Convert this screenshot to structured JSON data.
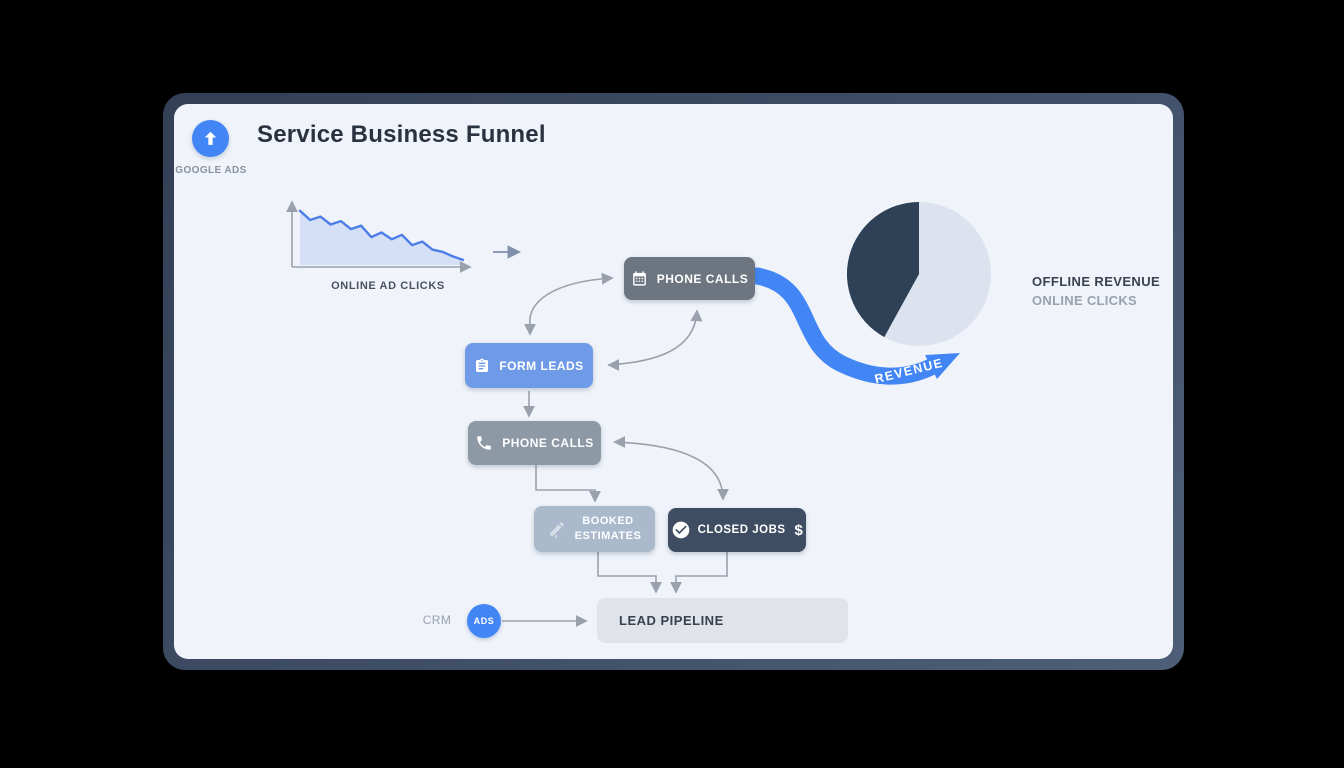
{
  "page": {
    "title": "Service Business Funnel"
  },
  "header": {
    "source_badge_label": "GOOGLE ADS"
  },
  "chart_data": [
    {
      "type": "area",
      "name": "online-ad-clicks-sparkline",
      "title": "ONLINE AD CLICKS",
      "trend": "declining",
      "values": [
        95,
        79,
        85,
        71,
        77,
        63,
        69,
        49,
        57,
        45,
        53,
        35,
        41,
        27,
        23,
        15,
        9
      ],
      "ylim": [
        0,
        100
      ],
      "axes_visible": true,
      "line_color": "#4d7ee8",
      "fill_color": "rgba(77,126,232,0.16)"
    },
    {
      "type": "pie",
      "name": "revenue-split-pie",
      "legend_position": "right",
      "slices": [
        {
          "label": "OFFLINE REVENUE",
          "fraction": 0.42,
          "color": "#2e4156"
        },
        {
          "label": "ONLINE CLICKS",
          "fraction": 0.58,
          "color": "#dce3ee"
        }
      ]
    }
  ],
  "funnel": {
    "phone_calls_top": {
      "label": "PHONE CALLS",
      "icon": "calendar-icon",
      "color": "#6d7580"
    },
    "form_leads": {
      "label": "FORM LEADS",
      "icon": "clipboard-icon",
      "color": "#6f9ae8"
    },
    "phone_calls_mid": {
      "label": "PHONE CALLS",
      "icon": "phone-icon",
      "color": "#8e99a6"
    },
    "booked_estimates": {
      "label_line1": "BOOKED",
      "label_line2": "ESTIMATES",
      "icon": "estimate-icon",
      "color": "#aab9cc"
    },
    "closed_jobs": {
      "label": "CLOSED JOBS",
      "suffix": "$",
      "icon": "check-circle-icon",
      "color": "#3e4d62"
    },
    "lead_pipeline": {
      "label": "LEAD PIPELINE",
      "color": "#e0e3e9"
    }
  },
  "crm": {
    "label": "CRM",
    "badge": "ADS"
  },
  "ribbon": {
    "label": "REVENUE",
    "color": "#4285f4"
  },
  "colors": {
    "accent_blue": "#4285f4",
    "card_border": "#3d4d64",
    "card_bg": "#f0f4fa",
    "connector_gray": "#9aa1ac",
    "text_dark": "#2a3240",
    "text_muted": "#99a1ae"
  }
}
